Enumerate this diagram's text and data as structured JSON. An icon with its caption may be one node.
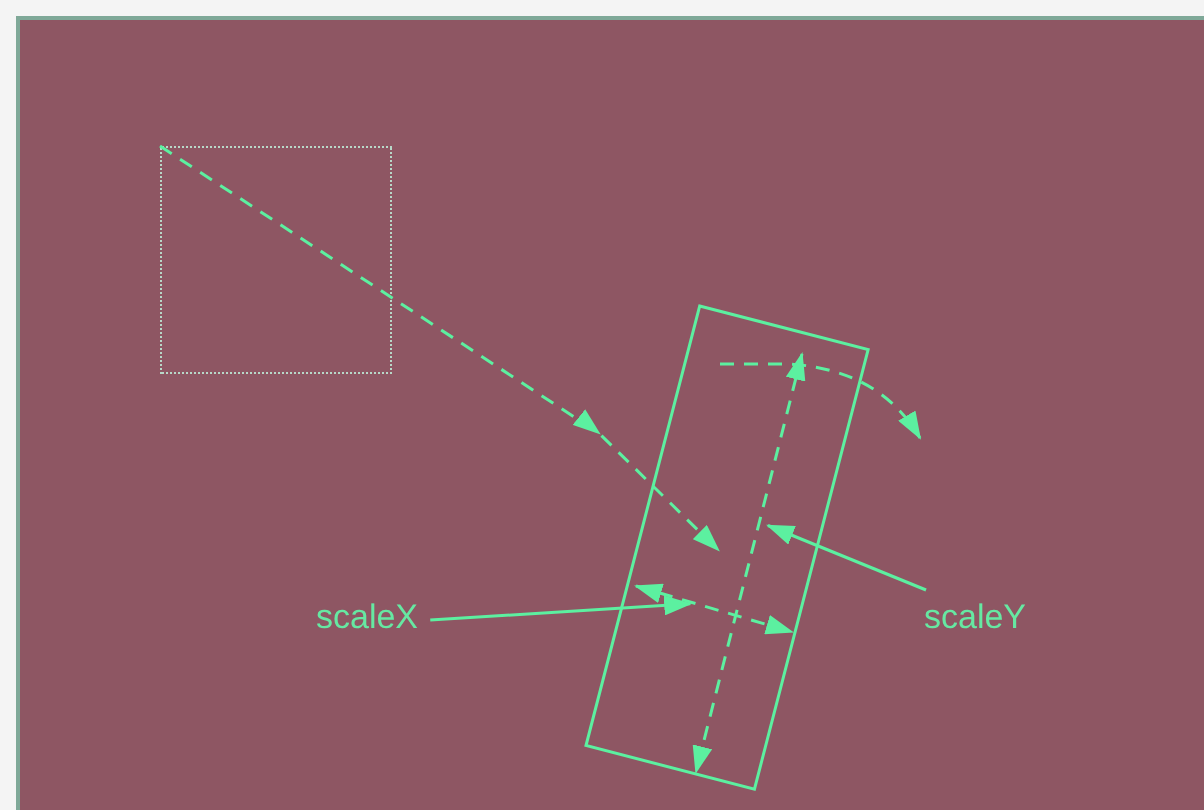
{
  "diagram": {
    "nodes": [
      {
        "text": [],
        "shape": "box"
      },
      {
        "text": [],
        "shape": "box"
      },
      {
        "text": [
          "scaleX"
        ]
      },
      {
        "text": [
          "scaleY"
        ]
      }
    ],
    "edges": [
      {
        "from": 0,
        "to": 1,
        "arrow": "to",
        "style": "dashed"
      },
      {
        "from": 2,
        "to": 1,
        "arrow": "to"
      },
      {
        "from": 3,
        "to": 1,
        "arrow": "to"
      }
    ]
  }
}
